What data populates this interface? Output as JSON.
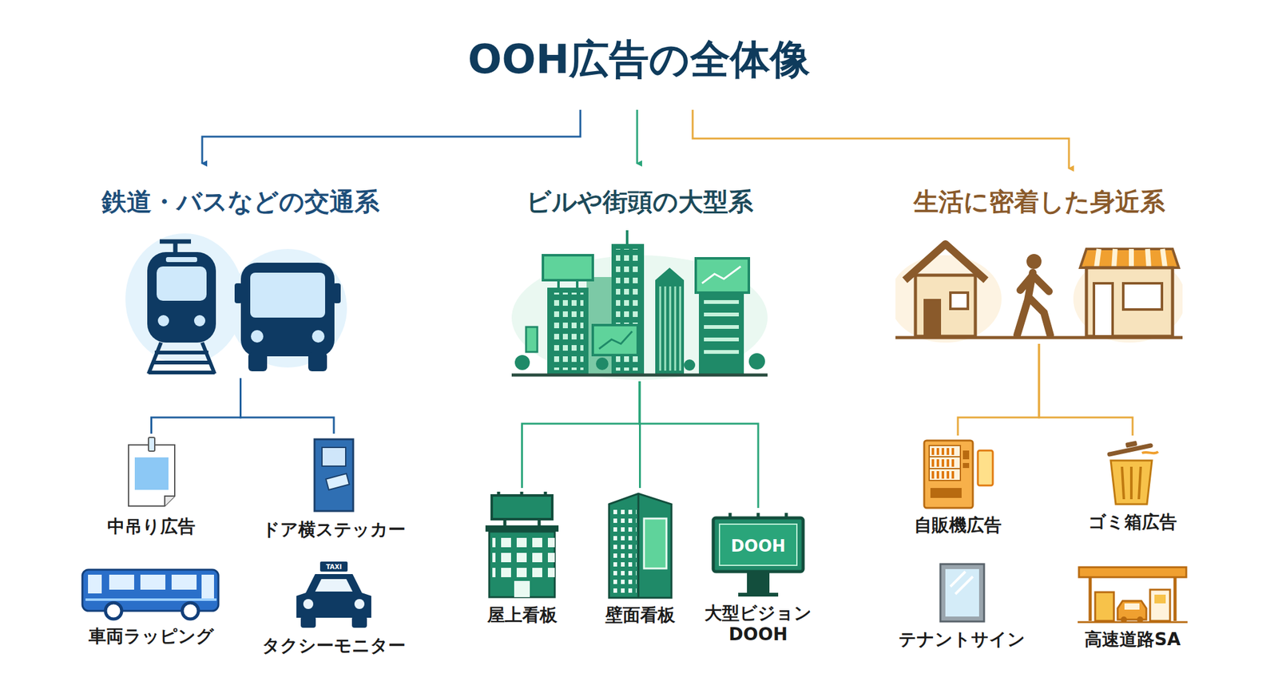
{
  "diagram": {
    "title": "OOH広告の全体像",
    "nodes": [
      {
        "text": [
          "鉄道・バスなどの交通系"
        ]
      },
      {
        "text": [
          "中吊り広告"
        ]
      },
      {
        "text": [
          "ドア横ステッカー"
        ]
      },
      {
        "text": [
          "車両ラッピング"
        ]
      },
      {
        "text": [
          "タクシーモニター"
        ]
      },
      {
        "text": [
          "ビルや街頭の大型系"
        ]
      },
      {
        "text": [
          "屋上看板"
        ]
      },
      {
        "text": [
          "壁面看板"
        ]
      },
      {
        "text": [
          "大型ビジョン DOOH"
        ]
      },
      {
        "text": [
          "生活に密着した身近系"
        ]
      },
      {
        "text": [
          "自販機広告"
        ]
      },
      {
        "text": [
          "ゴミ箱広告"
        ]
      },
      {
        "text": [
          "テナントサイン"
        ]
      },
      {
        "text": [
          "高速道路SA"
        ]
      }
    ],
    "edges": [
      {
        "from": 0,
        "to": 1,
        "arrow": "none"
      },
      {
        "from": 0,
        "to": 2,
        "arrow": "none"
      },
      {
        "from": 5,
        "to": 6,
        "arrow": "none"
      },
      {
        "from": 5,
        "to": 7,
        "arrow": "none"
      },
      {
        "from": 5,
        "to": 8,
        "arrow": "none"
      },
      {
        "from": 9,
        "to": 10,
        "arrow": "none"
      },
      {
        "from": 9,
        "to": 11,
        "arrow": "none"
      }
    ],
    "labels": [
      "DOOH",
      "TAXI"
    ]
  }
}
